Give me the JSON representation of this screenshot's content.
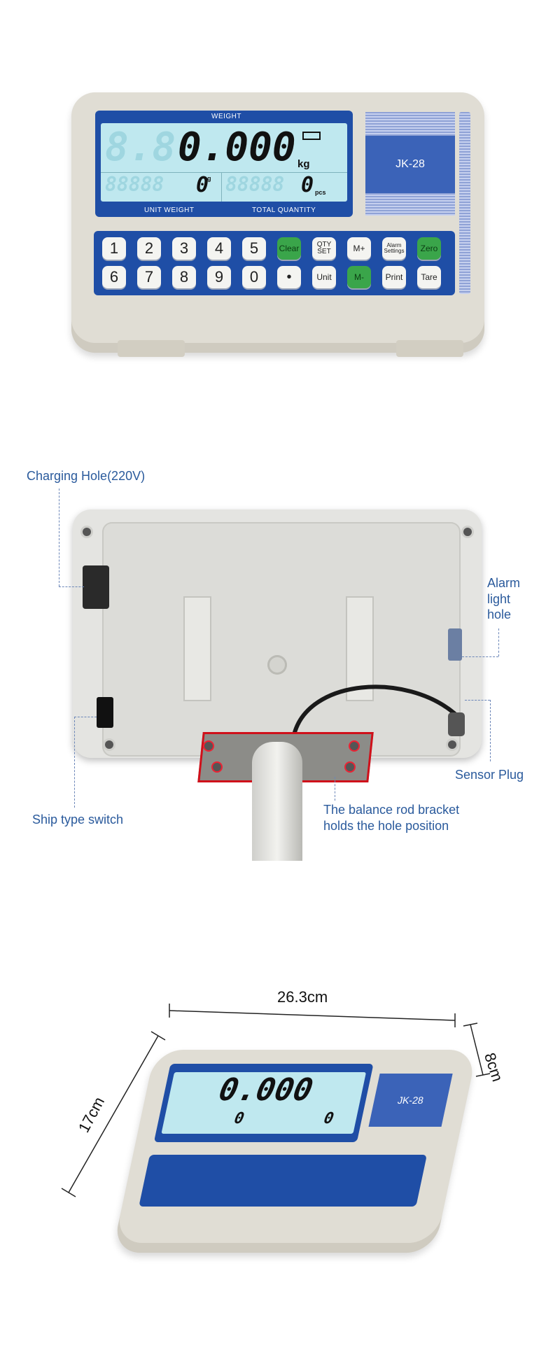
{
  "front": {
    "lcd_caption_top": "WEIGHT",
    "main_value": "0.000",
    "main_unit": "kg",
    "left_small_value": "0",
    "left_small_unit": "g",
    "right_small_value": "0",
    "right_small_unit": "pcs",
    "caption_left": "UNIT WEIGHT",
    "caption_right": "TOTAL QUANTITY",
    "model": "JK-28",
    "keys_row1": [
      "1",
      "2",
      "3",
      "4",
      "5",
      "Clear",
      "QTY SET",
      "M+",
      "Alarm Settings",
      "Zero"
    ],
    "keys_row2": [
      "6",
      "7",
      "8",
      "9",
      "0",
      "•",
      "Unit",
      "M-",
      "Print",
      "Tare"
    ]
  },
  "back": {
    "charging_hole": "Charging Hole(220V)",
    "alarm_light_hole": [
      "Alarm",
      "light",
      "hole"
    ],
    "sensor_plug": "Sensor Plug",
    "ship_switch": "Ship type switch",
    "bracket_note_line1": "The balance rod bracket",
    "bracket_note_line2": "holds the hole position"
  },
  "dimensions": {
    "width": "26.3cm",
    "depth": "17cm",
    "height": "8cm",
    "model": "JK-28"
  }
}
